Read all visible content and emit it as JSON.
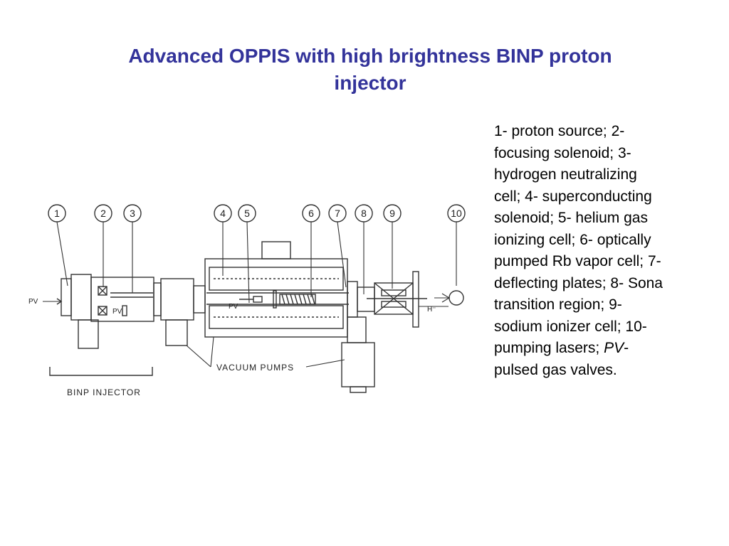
{
  "slide": {
    "title_line1": "Advanced OPPIS with high brightness BINP proton",
    "title_line2": "injector"
  },
  "legend": {
    "line1": "1- proton source; 2-",
    "line2": "focusing solenoid; 3-",
    "line3": "hydrogen neutralizing",
    "line4": "cell; 4- superconducting",
    "line5": "solenoid; 5- helium gas",
    "line6": "ionizing cell; 6- optically",
    "line7": "pumped Rb vapor cell; 7-",
    "line8": "deflecting plates; 8- Sona",
    "line9": "transition region; 9-",
    "line10": "sodium ionizer cell; 10-",
    "line11_prefix": "pumping lasers; ",
    "line11_italic": "PV",
    "line11_suffix": "-",
    "line12": "pulsed gas valves."
  },
  "diagram": {
    "callouts": [
      "1",
      "2",
      "3",
      "4",
      "5",
      "6",
      "7",
      "8",
      "9",
      "10"
    ],
    "pv_left": "PV",
    "pv_solenoid": "PV",
    "pv_cell": "PV",
    "vacuum_pumps": "VACUUM PUMPS",
    "beam_label": "H⁻",
    "binp_injector": "BINP INJECTOR"
  }
}
